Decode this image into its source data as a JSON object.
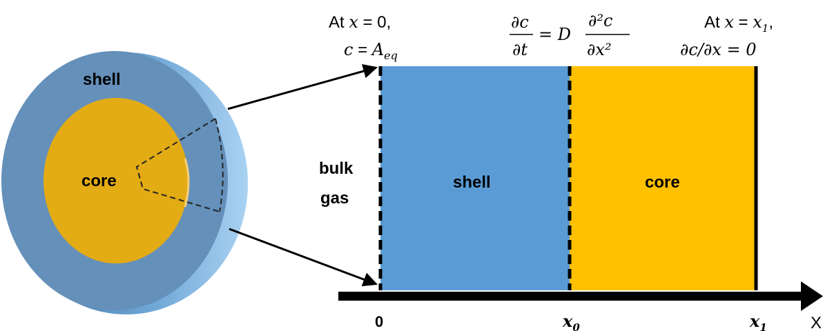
{
  "particle": {
    "shell_label": "shell",
    "core_label": "core"
  },
  "slab": {
    "bulk_gas_line1": "bulk",
    "bulk_gas_line2": "gas",
    "shell_label": "shell",
    "core_label": "core"
  },
  "axis": {
    "label_zero": "0",
    "label_x0_main": "x",
    "label_x0_sub": "0",
    "label_x1_main": "x",
    "label_x1_sub": "1",
    "axis_name": "X"
  },
  "left_boundary": {
    "line1_prefix": "At ",
    "line1_var": "x",
    "line1_suffix": " = 0,",
    "line2_var": "c",
    "line2_eq": " = ",
    "line2_A": "A",
    "line2_sub": "eq"
  },
  "pde": {
    "num_left": "∂c",
    "den_left": "∂t",
    "eq": "= D",
    "num_right": "∂²c",
    "den_right": "∂x²"
  },
  "right_boundary": {
    "line1_prefix": "At ",
    "line1_var": "x",
    "line1_eq": " = ",
    "line1_var2": "x",
    "line1_sub": "1",
    "line1_comma": ",",
    "line2": "∂c/∂x = 0"
  },
  "colors": {
    "shell": "#5b9bd5",
    "shell_dark": "#4a7eae",
    "core": "#ffc000",
    "core_particle": "#e3ab14",
    "axis": "#000000"
  }
}
